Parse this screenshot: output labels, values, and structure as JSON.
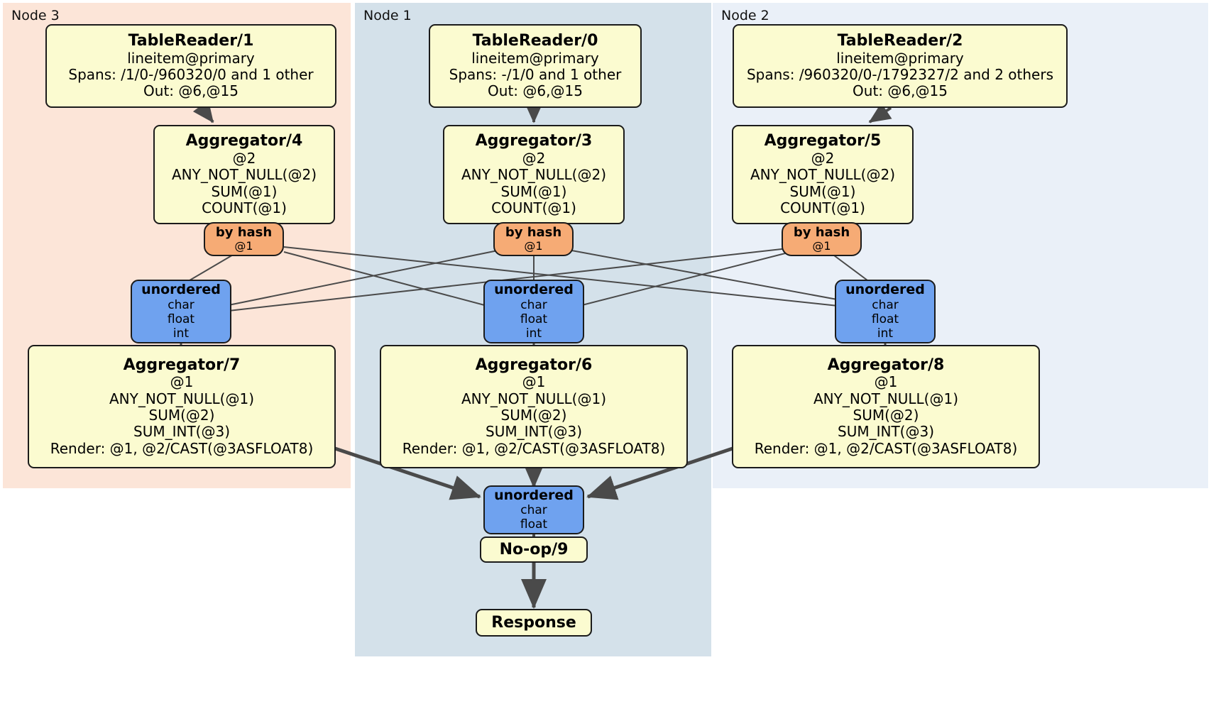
{
  "diagram": {
    "type": "distributed-query-plan",
    "colors": {
      "node3_bg": "#fce5d8",
      "node1_bg": "#d4e1ea",
      "node2_bg": "#eaf0f8",
      "processor_fill": "#fbfbd0",
      "router_fill": "#f6ab75",
      "synchronizer_fill": "#6fa2ef",
      "edge": "#4a4a4a",
      "border": "#1b1b1b"
    }
  },
  "nodes": [
    {
      "label": "Node 3"
    },
    {
      "label": "Node 1"
    },
    {
      "label": "Node 2"
    }
  ],
  "table_readers": [
    {
      "title": "TableReader/1",
      "table": "lineitem@primary",
      "spans": "Spans: /1/0-/960320/0 and 1 other",
      "out": "Out: @6,@15"
    },
    {
      "title": "TableReader/0",
      "table": "lineitem@primary",
      "spans": "Spans: -/1/0 and 1 other",
      "out": "Out: @6,@15"
    },
    {
      "title": "TableReader/2",
      "table": "lineitem@primary",
      "spans": "Spans: /960320/0-/1792327/2 and 2 others",
      "out": "Out: @6,@15"
    }
  ],
  "aggregators_stage1": [
    {
      "title": "Aggregator/4",
      "group": "@2",
      "aggs": [
        "ANY_NOT_NULL(@2)",
        "SUM(@1)",
        "COUNT(@1)"
      ]
    },
    {
      "title": "Aggregator/3",
      "group": "@2",
      "aggs": [
        "ANY_NOT_NULL(@2)",
        "SUM(@1)",
        "COUNT(@1)"
      ]
    },
    {
      "title": "Aggregator/5",
      "group": "@2",
      "aggs": [
        "ANY_NOT_NULL(@2)",
        "SUM(@1)",
        "COUNT(@1)"
      ]
    }
  ],
  "routers": [
    {
      "title": "by hash",
      "column": "@1"
    },
    {
      "title": "by hash",
      "column": "@1"
    },
    {
      "title": "by hash",
      "column": "@1"
    }
  ],
  "synchronizers_mid": [
    {
      "title": "unordered",
      "types": [
        "char",
        "float",
        "int"
      ]
    },
    {
      "title": "unordered",
      "types": [
        "char",
        "float",
        "int"
      ]
    },
    {
      "title": "unordered",
      "types": [
        "char",
        "float",
        "int"
      ]
    }
  ],
  "aggregators_stage2": [
    {
      "title": "Aggregator/7",
      "group": "@1",
      "aggs": [
        "ANY_NOT_NULL(@1)",
        "SUM(@2)",
        "SUM_INT(@3)"
      ],
      "render": "Render: @1, @2/CAST(@3ASFLOAT8)"
    },
    {
      "title": "Aggregator/6",
      "group": "@1",
      "aggs": [
        "ANY_NOT_NULL(@1)",
        "SUM(@2)",
        "SUM_INT(@3)"
      ],
      "render": "Render: @1, @2/CAST(@3ASFLOAT8)"
    },
    {
      "title": "Aggregator/8",
      "group": "@1",
      "aggs": [
        "ANY_NOT_NULL(@1)",
        "SUM(@2)",
        "SUM_INT(@3)"
      ],
      "render": "Render: @1, @2/CAST(@3ASFLOAT8)"
    }
  ],
  "final_synchronizer": {
    "title": "unordered",
    "types": [
      "char",
      "float"
    ]
  },
  "noop": {
    "title": "No-op/9"
  },
  "response": {
    "title": "Response"
  }
}
